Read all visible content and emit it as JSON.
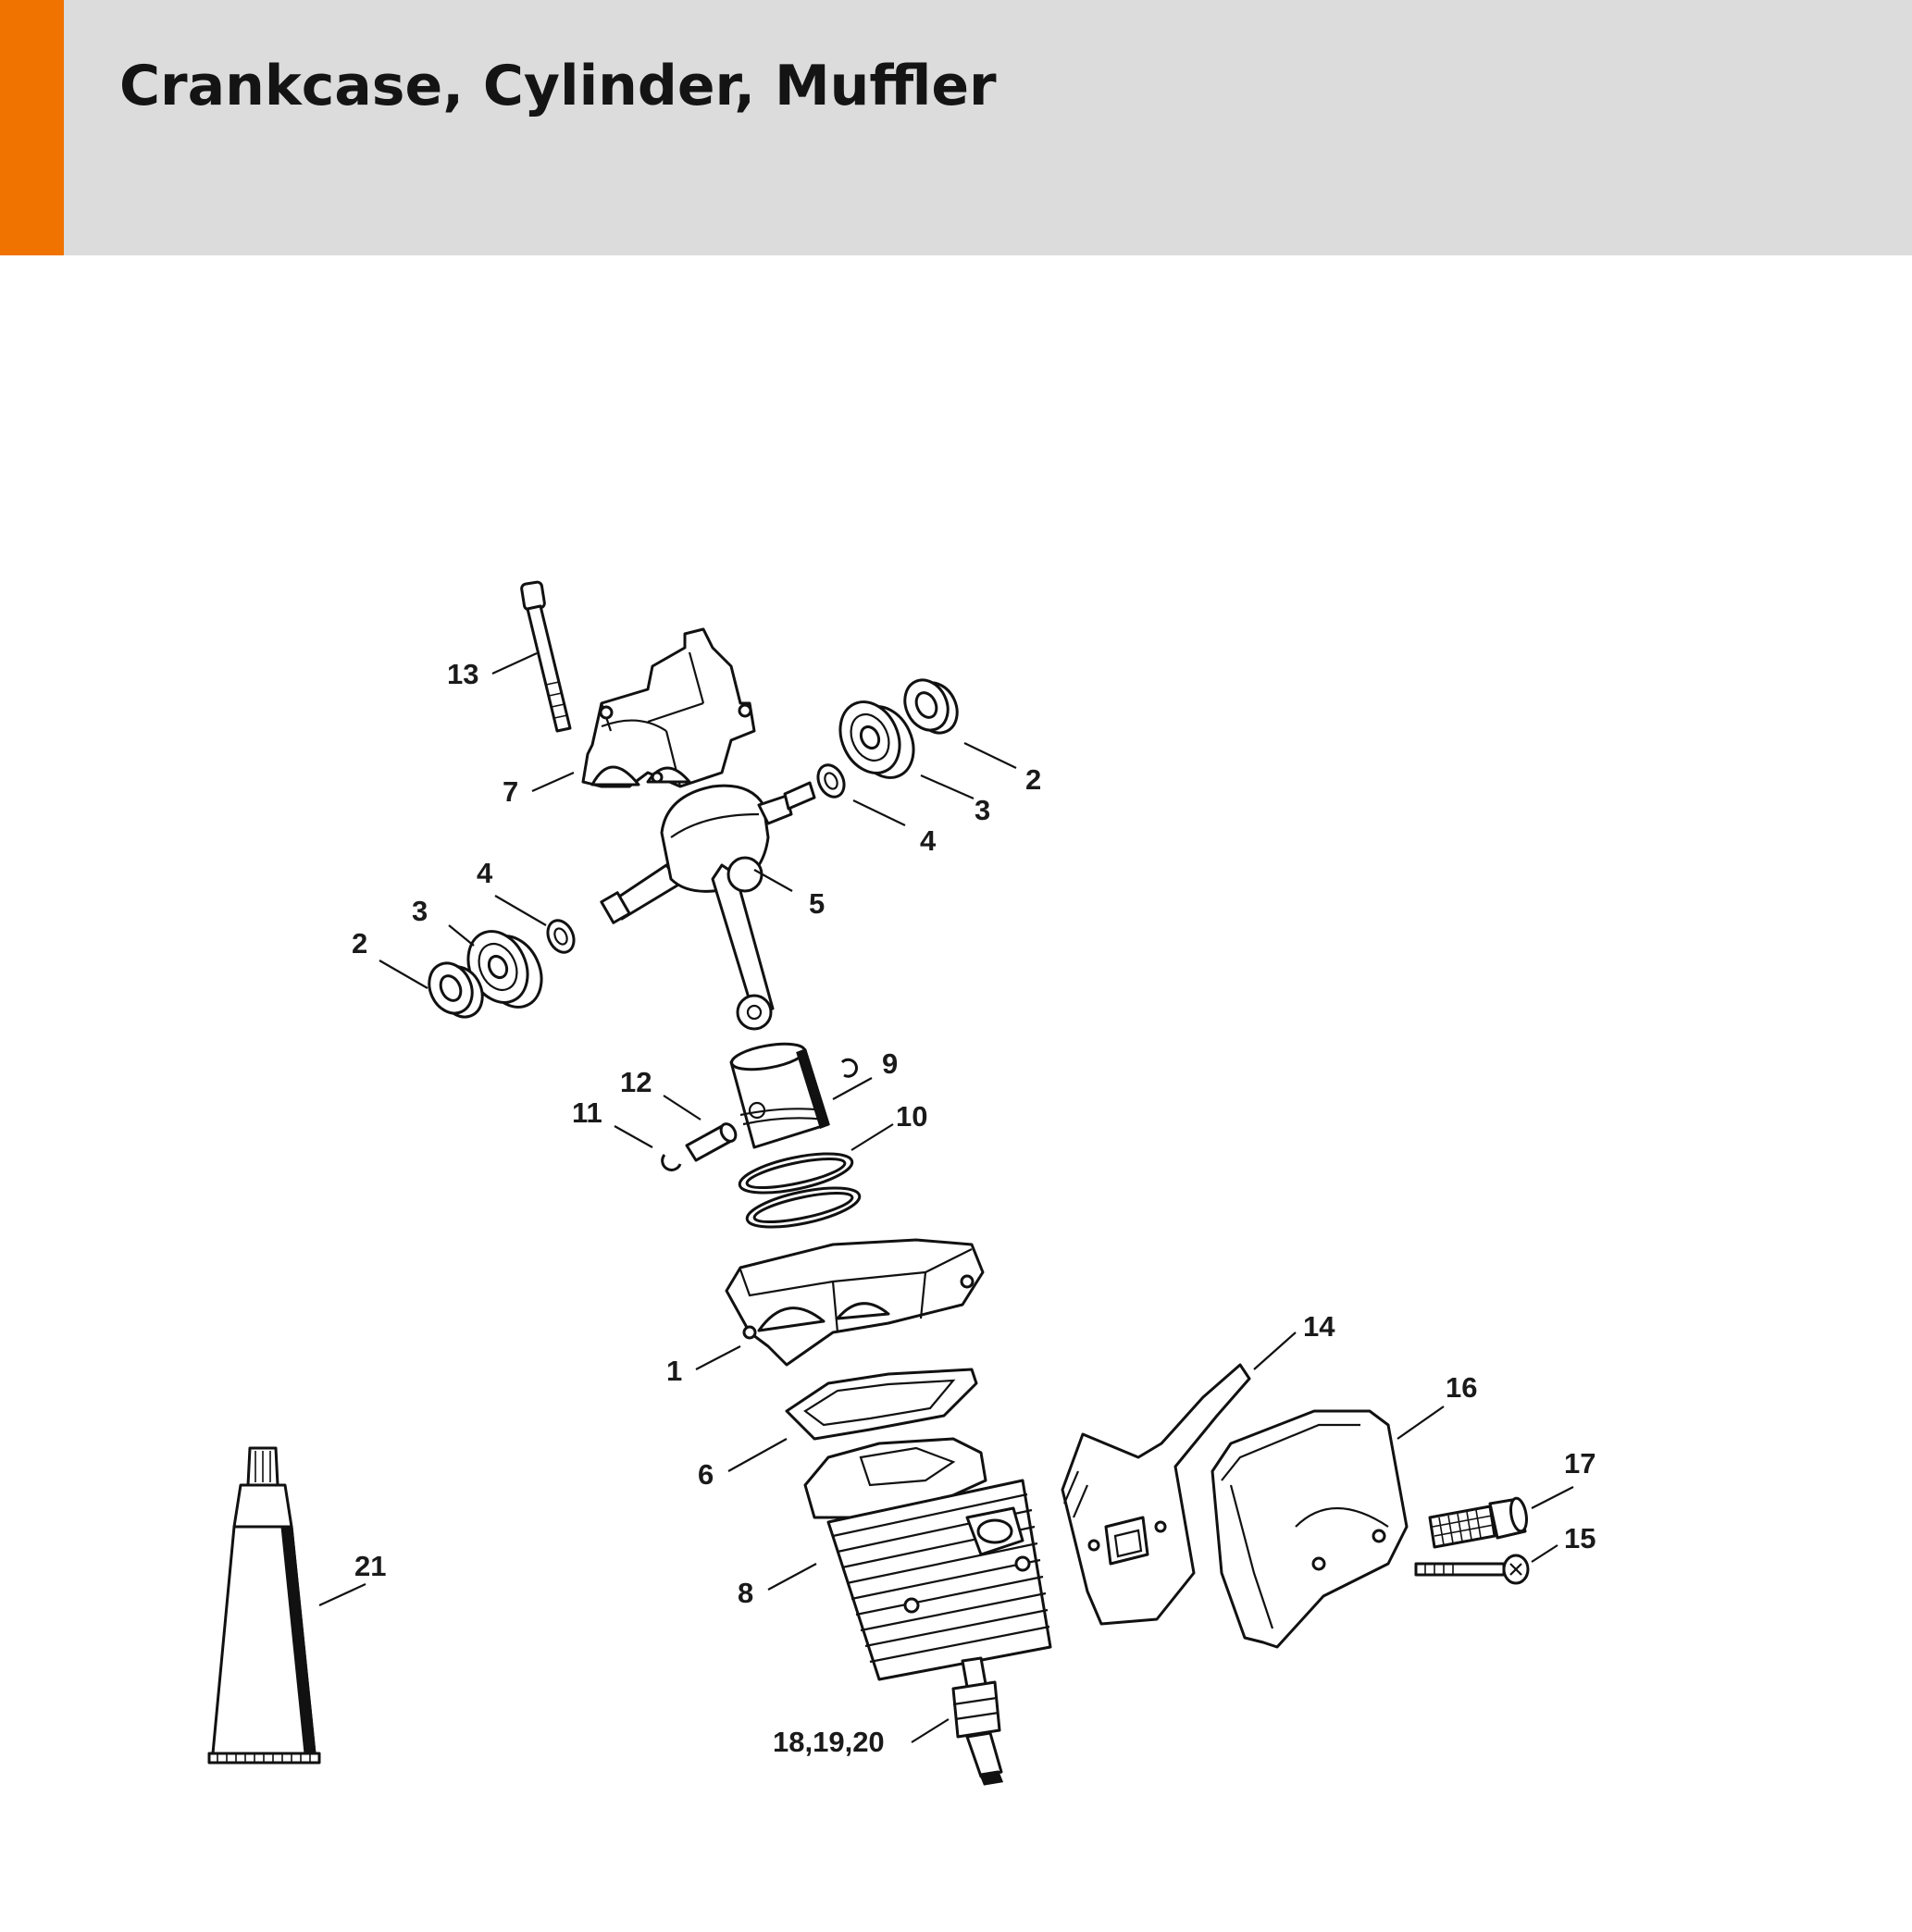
{
  "page": {
    "title": "Crankcase, Cylinder, Muffler",
    "accent_color": "#f07300",
    "header_color": "#dbdcdb"
  },
  "callouts": {
    "c1": "1",
    "c2a": "2",
    "c2b": "2",
    "c3a": "3",
    "c3b": "3",
    "c4a": "4",
    "c4b": "4",
    "c5": "5",
    "c6": "6",
    "c7": "7",
    "c8": "8",
    "c9": "9",
    "c10": "10",
    "c11": "11",
    "c12": "12",
    "c13": "13",
    "c14": "14",
    "c15": "15",
    "c16": "16",
    "c17": "17",
    "c18": "18,19,20",
    "c21": "21"
  }
}
